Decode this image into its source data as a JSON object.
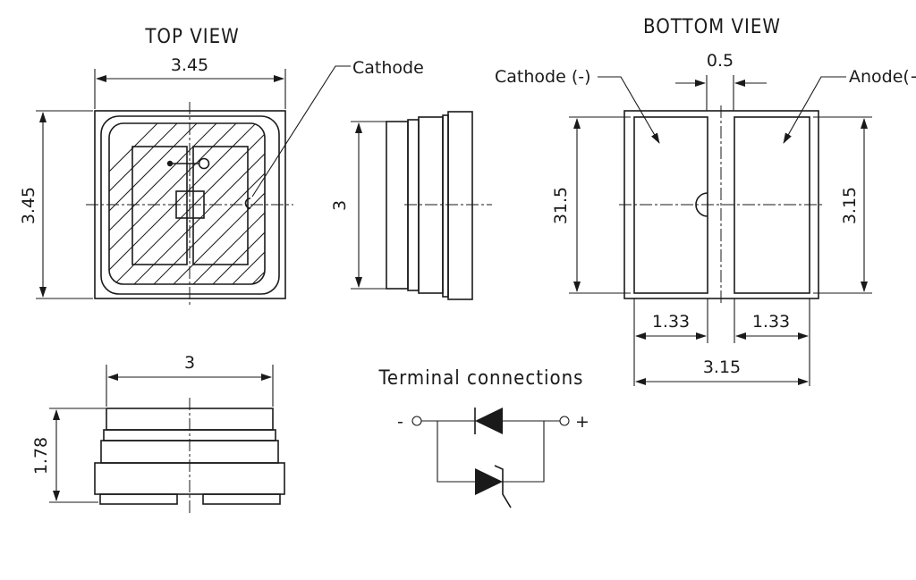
{
  "top_view": {
    "title": "TOP VIEW",
    "width_dim": "3.45",
    "height_dim": "3.45",
    "cathode_label": "Cathode"
  },
  "side_view": {
    "height_dim": "3"
  },
  "front_view": {
    "width_dim": "3",
    "height_dim": "1.78"
  },
  "bottom_view": {
    "title": "BOTTOM VIEW",
    "gap_dim": "0.5",
    "cathode_label": "Cathode (-)",
    "anode_label": "Anode(+)",
    "left_height_dim": "31.5",
    "right_height_dim": "3.15",
    "pad_left_dim": "1.33",
    "pad_right_dim": "1.33",
    "total_width_dim": "3.15"
  },
  "terminal": {
    "title": "Terminal connections",
    "minus": "-",
    "plus": "+"
  }
}
